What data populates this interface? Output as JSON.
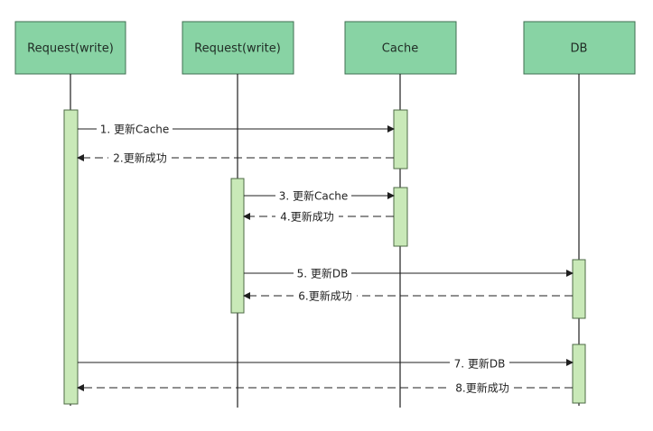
{
  "participants": [
    {
      "id": "req1",
      "label": "Request(write)"
    },
    {
      "id": "req2",
      "label": "Request(write)"
    },
    {
      "id": "cache",
      "label": "Cache"
    },
    {
      "id": "db",
      "label": "DB"
    }
  ],
  "messages": [
    {
      "id": "m1",
      "label": "1. 更新Cache",
      "from": "req1",
      "to": "cache",
      "style": "solid"
    },
    {
      "id": "m2",
      "label": "2.更新成功",
      "from": "cache",
      "to": "req1",
      "style": "dashed"
    },
    {
      "id": "m3",
      "label": "3. 更新Cache",
      "from": "req2",
      "to": "cache",
      "style": "solid"
    },
    {
      "id": "m4",
      "label": "4.更新成功",
      "from": "cache",
      "to": "req2",
      "style": "dashed"
    },
    {
      "id": "m5",
      "label": "5. 更新DB",
      "from": "req2",
      "to": "db",
      "style": "solid"
    },
    {
      "id": "m6",
      "label": "6.更新成功",
      "from": "db",
      "to": "req2",
      "style": "dashed"
    },
    {
      "id": "m7",
      "label": "7. 更新DB",
      "from": "req1",
      "to": "db",
      "style": "solid"
    },
    {
      "id": "m8",
      "label": "8.更新成功",
      "from": "db",
      "to": "req1",
      "style": "dashed"
    }
  ],
  "colors": {
    "participant_fill": "#88d3a4",
    "activation_fill": "#c9e9b8",
    "line": "#1f1f1f"
  }
}
